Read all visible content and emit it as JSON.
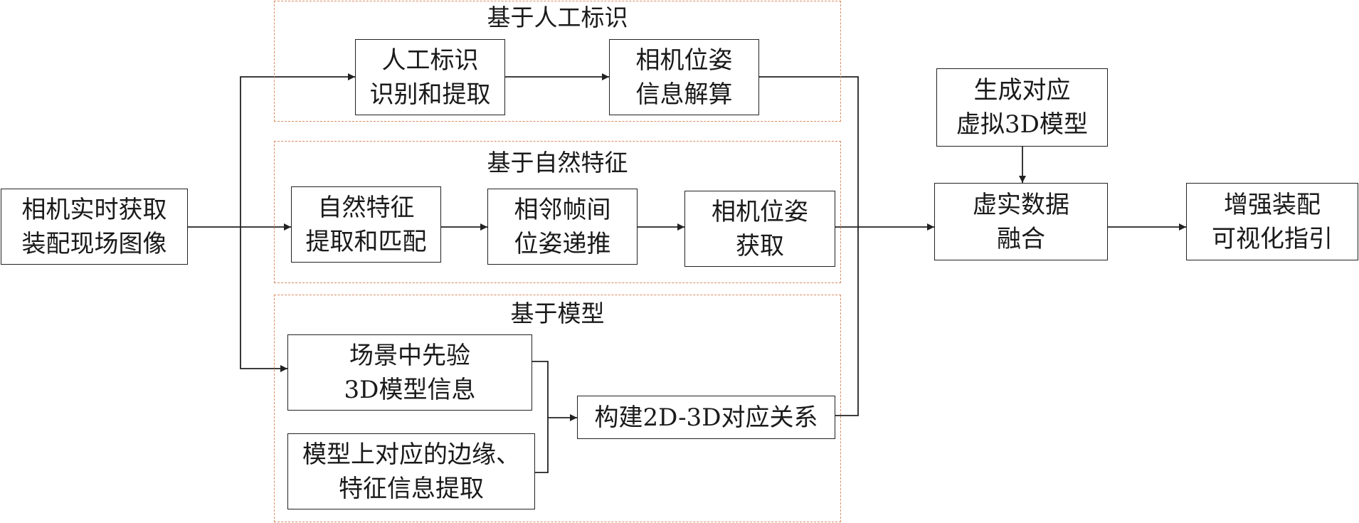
{
  "groups": {
    "marker": "基于人工标识",
    "natural": "基于自然特征",
    "model": "基于模型"
  },
  "nodes": {
    "capture": [
      "相机实时获取",
      "装配现场图像"
    ],
    "marker_detect": [
      "人工标识",
      "识别和提取"
    ],
    "marker_pose": [
      "相机位姿",
      "信息解算"
    ],
    "nf_extract": [
      "自然特征",
      "提取和匹配"
    ],
    "nf_infer": [
      "相邻帧间",
      "位姿递推"
    ],
    "nf_pose": [
      "相机位姿",
      "获取"
    ],
    "prior_model": [
      "场景中先验",
      "3D模型信息"
    ],
    "edge_extract": [
      "模型上对应的边缘、",
      "特征信息提取"
    ],
    "correspondence": [
      "构建2D-3D对应关系"
    ],
    "gen_model": [
      "生成对应",
      "虚拟3D模型"
    ],
    "fusion": [
      "虚实数据",
      "融合"
    ],
    "guidance": [
      "增强装配",
      "可视化指引"
    ]
  }
}
